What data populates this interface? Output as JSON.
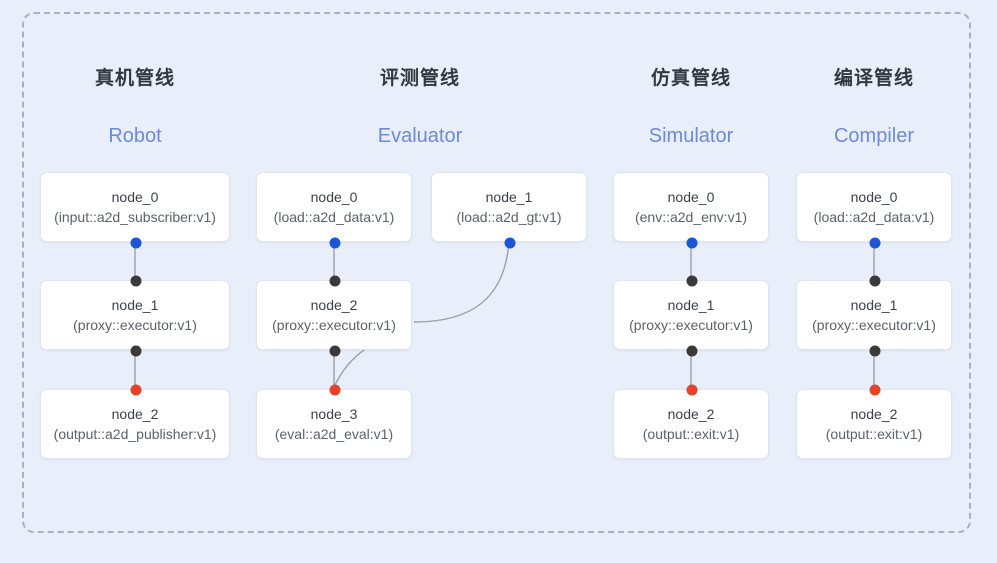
{
  "canvas": {
    "background": "#e9eefb",
    "frame_border_color": "#a9b0c0"
  },
  "colors": {
    "title": "#333840",
    "subtitle": "#6d8ad6",
    "node_bg": "#ffffff",
    "node_border": "#e2e5ed",
    "port_blue": "#1a56d6",
    "port_black": "#3a3a3a",
    "port_red": "#e8412a",
    "edge": "#9aa0ad"
  },
  "columns": [
    {
      "id": "robot",
      "title": "真机管线",
      "subtitle": "Robot",
      "nodes": [
        {
          "name": "node_0",
          "type": "(input::a2d_subscriber:v1)"
        },
        {
          "name": "node_1",
          "type": "(proxy::executor:v1)"
        },
        {
          "name": "node_2",
          "type": "(output::a2d_publisher:v1)"
        }
      ]
    },
    {
      "id": "evaluator",
      "title": "评测管线",
      "subtitle": "Evaluator",
      "nodes": [
        {
          "name": "node_0",
          "type": "(load::a2d_data:v1)"
        },
        {
          "name": "node_1",
          "type": "(load::a2d_gt:v1)"
        },
        {
          "name": "node_2",
          "type": "(proxy::executor:v1)"
        },
        {
          "name": "node_3",
          "type": "(eval::a2d_eval:v1)"
        }
      ]
    },
    {
      "id": "simulator",
      "title": "仿真管线",
      "subtitle": "Simulator",
      "nodes": [
        {
          "name": "node_0",
          "type": "(env::a2d_env:v1)"
        },
        {
          "name": "node_1",
          "type": "(proxy::executor:v1)"
        },
        {
          "name": "node_2",
          "type": "(output::exit:v1)"
        }
      ]
    },
    {
      "id": "compiler",
      "title": "编译管线",
      "subtitle": "Compiler",
      "nodes": [
        {
          "name": "node_0",
          "type": "(load::a2d_data:v1)"
        },
        {
          "name": "node_1",
          "type": "(proxy::executor:v1)"
        },
        {
          "name": "node_2",
          "type": "(output::exit:v1)"
        }
      ]
    }
  ]
}
